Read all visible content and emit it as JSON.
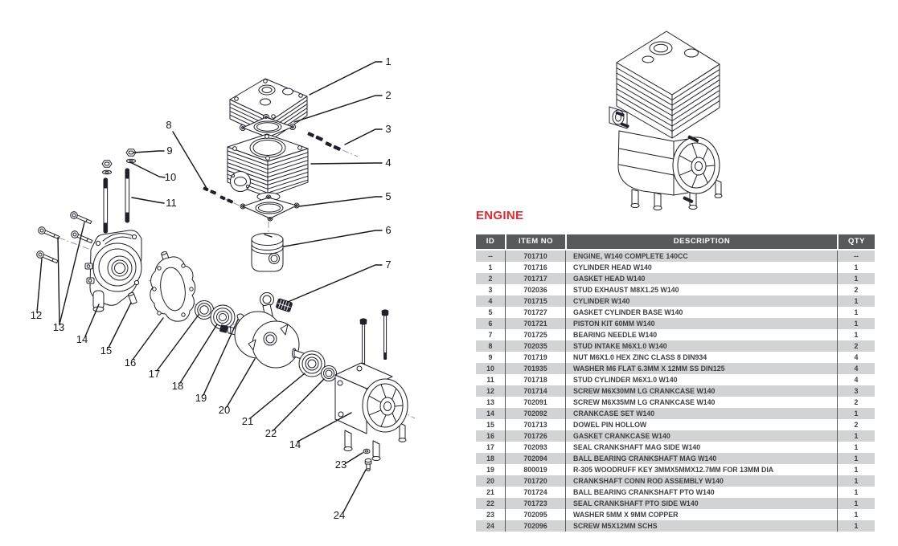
{
  "colors": {
    "accent_red": "#e8262d",
    "table_header_bg": "#58595b",
    "table_alt_row_bg": "#d1d3d4",
    "table_text": "#3f3f42",
    "drawing_line": "#1c1c28"
  },
  "section": {
    "title": "ENGINE"
  },
  "table": {
    "headers": [
      "ID",
      "ITEM NO",
      "DESCRIPTION",
      "QTY"
    ],
    "rows": [
      {
        "id": "--",
        "item_no": "701710",
        "description": "ENGINE, W140 COMPLETE 140CC",
        "qty": "--"
      },
      {
        "id": "1",
        "item_no": "701716",
        "description": "CYLINDER HEAD W140",
        "qty": "1"
      },
      {
        "id": "2",
        "item_no": "701717",
        "description": "GASKET HEAD W140",
        "qty": "1"
      },
      {
        "id": "3",
        "item_no": "702036",
        "description": "STUD EXHAUST M8X1.25 W140",
        "qty": "2"
      },
      {
        "id": "4",
        "item_no": "701715",
        "description": "CYLINDER W140",
        "qty": "1"
      },
      {
        "id": "5",
        "item_no": "701727",
        "description": "GASKET CYLINDER BASE W140",
        "qty": "1"
      },
      {
        "id": "6",
        "item_no": "701721",
        "description": "PISTON KIT 60MM W140",
        "qty": "1"
      },
      {
        "id": "7",
        "item_no": "701725",
        "description": "BEARING NEEDLE W140",
        "qty": "1"
      },
      {
        "id": "8",
        "item_no": "702035",
        "description": "STUD INTAKE M6X1.0 W140",
        "qty": "2"
      },
      {
        "id": "9",
        "item_no": "701719",
        "description": "NUT M6X1.0 HEX ZINC CLASS 8 DIN934",
        "qty": "4"
      },
      {
        "id": "10",
        "item_no": "701935",
        "description": "WASHER M6 FLAT 6.3MM X 12MM SS DIN125",
        "qty": "4"
      },
      {
        "id": "11",
        "item_no": "701718",
        "description": "STUD CYLINDER M6X1.0 W140",
        "qty": "4"
      },
      {
        "id": "12",
        "item_no": "701714",
        "description": "SCREW M6X30MM LG CRANKCASE W140",
        "qty": "3"
      },
      {
        "id": "13",
        "item_no": "702091",
        "description": "SCREW M6X35MM LG CRANKCASE W140",
        "qty": "2"
      },
      {
        "id": "14",
        "item_no": "702092",
        "description": "CRANKCASE SET W140",
        "qty": "1"
      },
      {
        "id": "15",
        "item_no": "701713",
        "description": "DOWEL PIN HOLLOW",
        "qty": "2"
      },
      {
        "id": "16",
        "item_no": "701726",
        "description": "GASKET CRANKCASE W140",
        "qty": "1"
      },
      {
        "id": "17",
        "item_no": "702093",
        "description": "SEAL CRANKSHAFT MAG SIDE W140",
        "qty": "1"
      },
      {
        "id": "18",
        "item_no": "702094",
        "description": "BALL BEARING CRANKSHAFT MAG W140",
        "qty": "1"
      },
      {
        "id": "19",
        "item_no": "800019",
        "description": "R-305 WOODRUFF KEY 3MMX5MMX12.7MM FOR 13MM DIA",
        "qty": "1"
      },
      {
        "id": "20",
        "item_no": "701720",
        "description": "CRANKSHAFT CONN ROD ASSEMBLY W140",
        "qty": "1"
      },
      {
        "id": "21",
        "item_no": "701724",
        "description": "BALL BEARING CRANKSHAFT PTO W140",
        "qty": "1"
      },
      {
        "id": "22",
        "item_no": "701723",
        "description": "SEAL CRANKSHAFT PTO SIDE W140",
        "qty": "1"
      },
      {
        "id": "23",
        "item_no": "702095",
        "description": "WASHER 5MM X 9MM COPPER",
        "qty": "1"
      },
      {
        "id": "24",
        "item_no": "702096",
        "description": "SCREW M5X12MM SCHS",
        "qty": "1"
      }
    ]
  },
  "diagram": {
    "callouts": [
      {
        "label": "1"
      },
      {
        "label": "2"
      },
      {
        "label": "3"
      },
      {
        "label": "4"
      },
      {
        "label": "5"
      },
      {
        "label": "6"
      },
      {
        "label": "7"
      },
      {
        "label": "8"
      },
      {
        "label": "9"
      },
      {
        "label": "10"
      },
      {
        "label": "11"
      },
      {
        "label": "12"
      },
      {
        "label": "13"
      },
      {
        "label": "14"
      },
      {
        "label": "15"
      },
      {
        "label": "16"
      },
      {
        "label": "17"
      },
      {
        "label": "18"
      },
      {
        "label": "19"
      },
      {
        "label": "20"
      },
      {
        "label": "21"
      },
      {
        "label": "22"
      },
      {
        "label": "14"
      },
      {
        "label": "23"
      },
      {
        "label": "24"
      }
    ]
  }
}
